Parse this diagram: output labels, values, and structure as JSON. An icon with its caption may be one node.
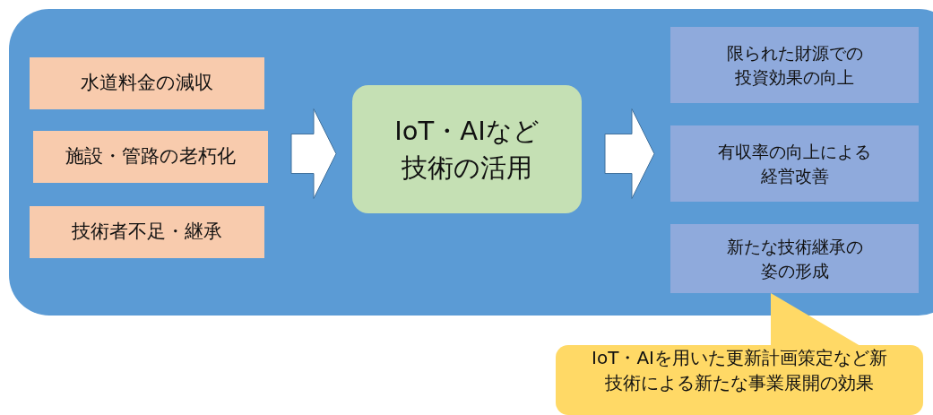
{
  "diagram": {
    "nodes": [
      {
        "text": [],
        "shape": "box"
      },
      {
        "text": [
          "水道料金の減収"
        ],
        "in": 0
      },
      {
        "text": [
          "施設・管路の老朽化"
        ],
        "in": 0
      },
      {
        "text": [
          "技術者不足・継承"
        ],
        "in": 0
      },
      {
        "text": [
          "IoT・AIなど技術の活用"
        ],
        "in": 0
      },
      {
        "text": [
          "限られた財源での投資効果の向上"
        ],
        "in": 0
      },
      {
        "text": [
          "有収率の向上による経営改善"
        ],
        "in": 0
      },
      {
        "text": [
          "新たな技術継承の姿の形成"
        ],
        "in": 0
      },
      {
        "text": [
          "IoT・AIを用いた更新計画策定など新技術による新たな事業展開の効果"
        ]
      }
    ],
    "edges": [
      {
        "from": 1,
        "to": 4,
        "arrow": "to"
      },
      {
        "from": 2,
        "to": 4,
        "arrow": "to"
      },
      {
        "from": 3,
        "to": 4,
        "arrow": "to"
      },
      {
        "from": 4,
        "to": 5,
        "arrow": "to"
      },
      {
        "from": 4,
        "to": 6,
        "arrow": "to"
      },
      {
        "from": 4,
        "to": 7,
        "arrow": "to"
      },
      {
        "from": 8,
        "to": 7,
        "arrow": "to"
      }
    ]
  }
}
